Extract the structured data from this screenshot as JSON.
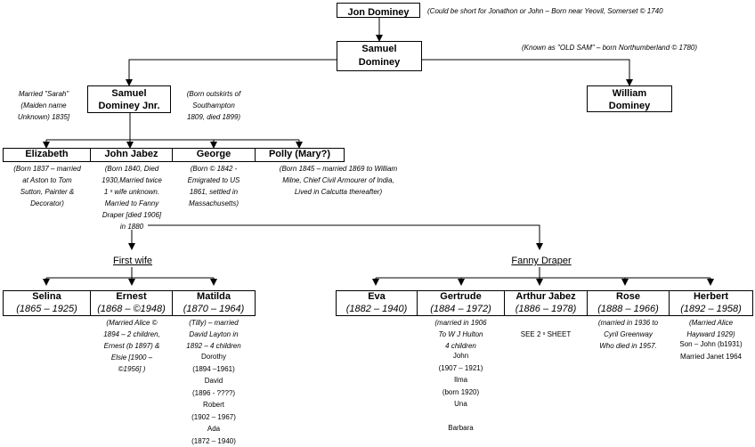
{
  "gen1": {
    "name": "Jon Dominey",
    "note": "(Could be short for Jonathon or John – Born near Yeovil, Somerset © 1740"
  },
  "gen2": {
    "name_line1": "Samuel",
    "name_line2": "Dominey",
    "note": "(Known as \"OLD SAM\" – born Northumberland © 1780)"
  },
  "gen3": {
    "samuel_jnr": {
      "line1": "Samuel",
      "line2": "Dominey Jnr.",
      "married_note": [
        "Married \"Sarah\"",
        "(Maiden name",
        "Unknown) 1835]"
      ],
      "born_note": [
        "(Born outskirts of",
        "Southampton",
        "1809, died 1899)"
      ]
    },
    "william": {
      "line1": "William",
      "line2": "Dominey"
    }
  },
  "gen4": {
    "children": [
      {
        "name": "Elizabeth",
        "note": [
          "(Born 1837 – married",
          "at Aston to Tom",
          "Sutton, Painter &",
          "Decorator)"
        ]
      },
      {
        "name": "John Jabez",
        "note": [
          "(Born 1840,  Died",
          "1930,Married twice",
          "1 ˢ wife unknown.",
          "Married to Fanny",
          "Draper [died 1906]",
          "in 1880"
        ]
      },
      {
        "name": "George",
        "note": [
          "(Born © 1842 -",
          "Emigrated to US",
          "1861, settled in",
          "Massachusetts)"
        ]
      },
      {
        "name": "Polly (Mary?)",
        "note": [
          "(Born 1845 – married 1869 to William",
          "Milne, Chief Civil Armourer of India,",
          "Lived in Calcutta thereafter)"
        ]
      }
    ]
  },
  "branches": {
    "first_wife_label": "First wife",
    "fanny_label": "Fanny Draper"
  },
  "gen5_first": [
    {
      "name": "Selina",
      "dates": "(1865 – 1925)",
      "note": []
    },
    {
      "name": "Ernest",
      "dates": "(1868 – ©1948)",
      "note": [
        "(Married Alice ©",
        "1894 – 2 children,",
        "Ernest (b 1897) &",
        "Elsie [1900 –",
        "©1956] )"
      ]
    },
    {
      "name": "Matilda",
      "dates": "(1870 – 1964)",
      "note": [
        "(Tilly) – married",
        "David Layton in",
        "1892 – 4 children"
      ],
      "children": [
        "Dorothy",
        "(1894 –1961)",
        "David",
        "(1896 - ????)",
        "Robert",
        "(1902 – 1967)",
        "Ada",
        "(1872 – 1940)"
      ]
    }
  ],
  "gen5_second": [
    {
      "name": "Eva",
      "dates": "(1882 – 1940)",
      "note": []
    },
    {
      "name": "Gertrude",
      "dates": "(1884 – 1972)",
      "note": [
        "(married in 1906",
        "To W J Hulton",
        "4 children"
      ],
      "children": [
        "John",
        "(1907 – 1921)",
        "Ilma",
        "(born 1920)",
        "Una",
        "",
        "Barbara"
      ]
    },
    {
      "name": "Arthur Jabez",
      "dates": "(1886 – 1978)",
      "note": [
        "SEE 2 ˢ SHEET"
      ]
    },
    {
      "name": "Rose",
      "dates": "(1888 – 1966)",
      "note": [
        "(married in 1936 to",
        "Cyril Greenway",
        "Who died in 1957."
      ]
    },
    {
      "name": "Herbert",
      "dates": "(1892 – 1958)",
      "note": [
        "(Married Alice",
        "Hayward 1929)"
      ],
      "children": [
        "Son – John (b1931)",
        "Married Janet 1964"
      ]
    }
  ]
}
